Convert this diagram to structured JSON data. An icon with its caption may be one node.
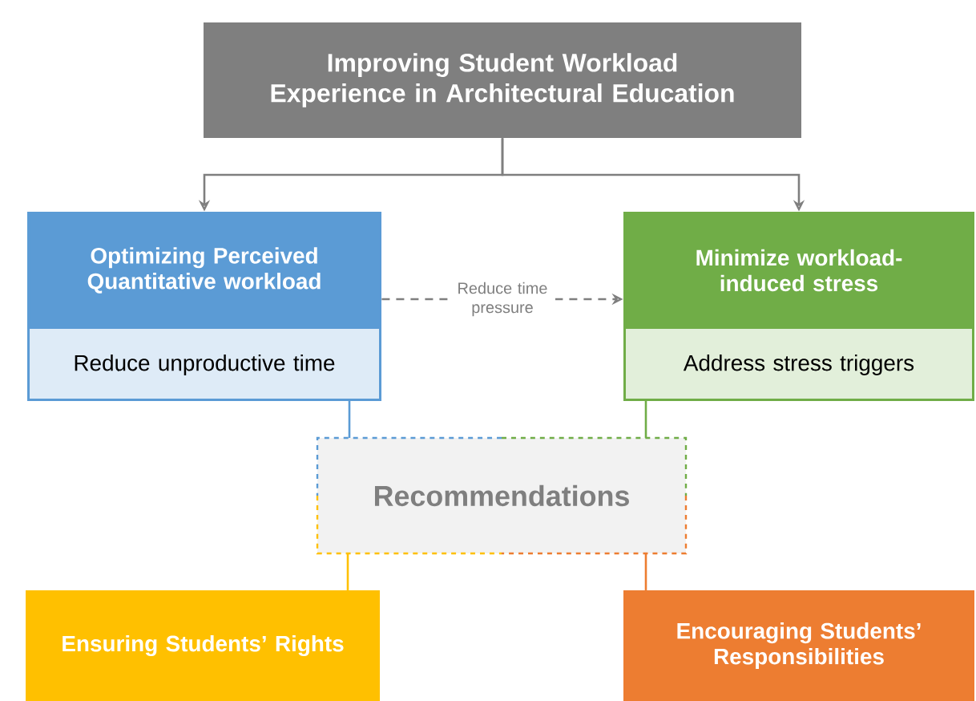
{
  "diagram": {
    "nodes": [
      {
        "text": [
          "Improving Student Workload Experience in Architectural Education"
        ]
      },
      {
        "text": [
          "Optimizing Perceived Quantitative workload",
          "Reduce unproductive time"
        ]
      },
      {
        "text": [
          "Minimize workload-induced stress",
          "Address stress triggers"
        ]
      },
      {
        "text": [
          "Recommendations"
        ]
      },
      {
        "text": [
          "Ensuring Students’ Rights"
        ]
      },
      {
        "text": [
          "Encouraging Students’ Responsibilities"
        ]
      }
    ],
    "edges": [
      {
        "from": 0,
        "to": 1,
        "arrow": "to"
      },
      {
        "from": 0,
        "to": 2,
        "arrow": "to"
      },
      {
        "from": 1,
        "to": 2,
        "arrow": "to",
        "style": "dashed",
        "label": "Reduce time pressure"
      },
      {
        "from": 1,
        "to": 3,
        "arrow": "none",
        "color": "#5b9bd5"
      },
      {
        "from": 2,
        "to": 3,
        "arrow": "none",
        "color": "#70ad47"
      },
      {
        "from": 3,
        "to": 4,
        "arrow": "none",
        "color": "#ffc000"
      },
      {
        "from": 3,
        "to": 5,
        "arrow": "none",
        "color": "#ed7d31"
      }
    ]
  }
}
